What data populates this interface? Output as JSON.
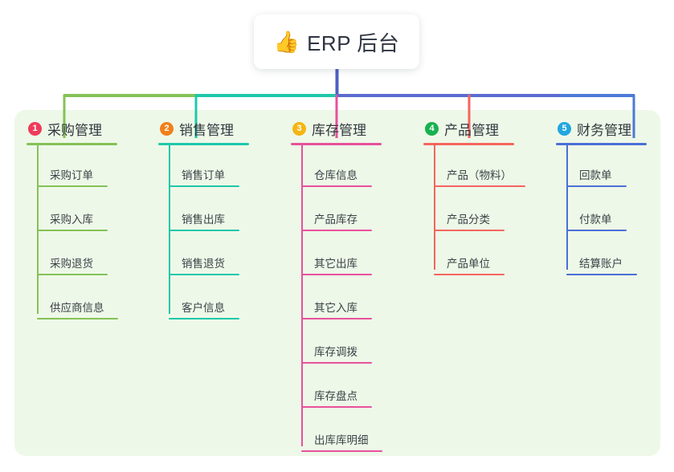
{
  "root": {
    "icon": "thumbs-up-emoji",
    "emoji": "👍",
    "title": "ERP 后台"
  },
  "theme": {
    "page_bg": "#ffffff",
    "panel_bg": "#eef8e8",
    "root_text": "#2f3542",
    "root_stem": "#4f5fc4"
  },
  "columns": [
    {
      "index": "1",
      "title": "采购管理",
      "badge_color": "#ef3b5b",
      "line_color": "#84c257",
      "items": [
        {
          "label": "采购订单",
          "rule_width": 88
        },
        {
          "label": "采购入库",
          "rule_width": 88
        },
        {
          "label": "采购退货",
          "rule_width": 88
        },
        {
          "label": "供应商信息",
          "rule_width": 101
        }
      ]
    },
    {
      "index": "2",
      "title": "销售管理",
      "badge_color": "#f0811a",
      "line_color": "#1fc8ab",
      "items": [
        {
          "label": "销售订单",
          "rule_width": 88
        },
        {
          "label": "销售出库",
          "rule_width": 88
        },
        {
          "label": "销售退货",
          "rule_width": 88
        },
        {
          "label": "客户信息",
          "rule_width": 88
        }
      ]
    },
    {
      "index": "3",
      "title": "库存管理",
      "badge_color": "#f5b513",
      "line_color": "#e8519c",
      "items": [
        {
          "label": "仓库信息",
          "rule_width": 88
        },
        {
          "label": "产品库存",
          "rule_width": 88
        },
        {
          "label": "其它出库",
          "rule_width": 88
        },
        {
          "label": "其它入库",
          "rule_width": 88
        },
        {
          "label": "库存调拨",
          "rule_width": 88
        },
        {
          "label": "库存盘点",
          "rule_width": 88
        },
        {
          "label": "出库库明细",
          "rule_width": 101
        }
      ]
    },
    {
      "index": "4",
      "title": "产品管理",
      "badge_color": "#17b24f",
      "line_color": "#f4655e",
      "items": [
        {
          "label": "产品（物料）",
          "rule_width": 114
        },
        {
          "label": "产品分类",
          "rule_width": 88
        },
        {
          "label": "产品单位",
          "rule_width": 88
        }
      ]
    },
    {
      "index": "5",
      "title": "财务管理",
      "badge_color": "#22a7e0",
      "line_color": "#4b6fd6",
      "items": [
        {
          "label": "回款单",
          "rule_width": 75
        },
        {
          "label": "付款单",
          "rule_width": 75
        },
        {
          "label": "结算账户",
          "rule_width": 88
        }
      ]
    }
  ]
}
